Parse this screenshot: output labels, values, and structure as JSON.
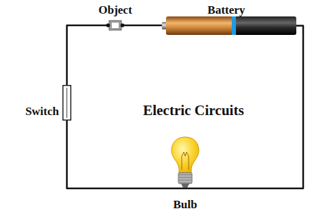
{
  "diagram": {
    "title": "Electric Circuits",
    "nodes": [
      {
        "text": [
          "Object"
        ]
      },
      {
        "text": [
          "Battery"
        ]
      },
      {
        "text": [
          "Switch"
        ]
      },
      {
        "text": [
          "Bulb"
        ]
      }
    ],
    "edges": [
      {
        "from": 0,
        "to": 1,
        "arrow": "none"
      },
      {
        "from": 1,
        "to": 3,
        "arrow": "none"
      },
      {
        "from": 3,
        "to": 2,
        "arrow": "none"
      },
      {
        "from": 2,
        "to": 0,
        "arrow": "none"
      }
    ]
  }
}
